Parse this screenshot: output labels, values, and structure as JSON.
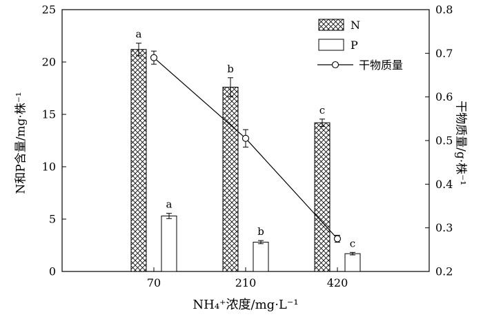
{
  "chart_data": {
    "type": "bar",
    "subtype": "grouped-bars-with-line-dual-axis",
    "categories": [
      "70",
      "210",
      "420"
    ],
    "series": [
      {
        "name": "N",
        "type": "bar",
        "style": "crosshatch",
        "axis": "left",
        "values": [
          21.2,
          17.6,
          14.2
        ],
        "errors": [
          0.6,
          0.9,
          0.35
        ],
        "letters": [
          "a",
          "b",
          "c"
        ]
      },
      {
        "name": "P",
        "type": "bar",
        "style": "open",
        "axis": "left",
        "values": [
          5.3,
          2.8,
          1.7
        ],
        "errors": [
          0.25,
          0.15,
          0.12
        ],
        "letters": [
          "a",
          "b",
          "c"
        ]
      },
      {
        "name": "干物质量",
        "type": "line",
        "marker": "open-circle",
        "axis": "right",
        "values": [
          0.69,
          0.505,
          0.275
        ],
        "errors": [
          0.015,
          0.02,
          0.008
        ],
        "letters": []
      }
    ],
    "left_axis": {
      "label": "N和P含量/mg·株⁻¹",
      "min": 0,
      "max": 25,
      "step": 5
    },
    "right_axis": {
      "label": "干物质量/g·株⁻¹",
      "min": 0.2,
      "max": 0.8,
      "step": 0.1,
      "decimals": 1
    },
    "x_axis": {
      "label": "NH₄⁺浓度/mg·L⁻¹"
    },
    "legend": {
      "entries": [
        "N",
        "P",
        "干物质量"
      ],
      "position": "top-right"
    },
    "grid": false,
    "colors": {
      "ink": "#000000",
      "background": "#ffffff"
    }
  }
}
